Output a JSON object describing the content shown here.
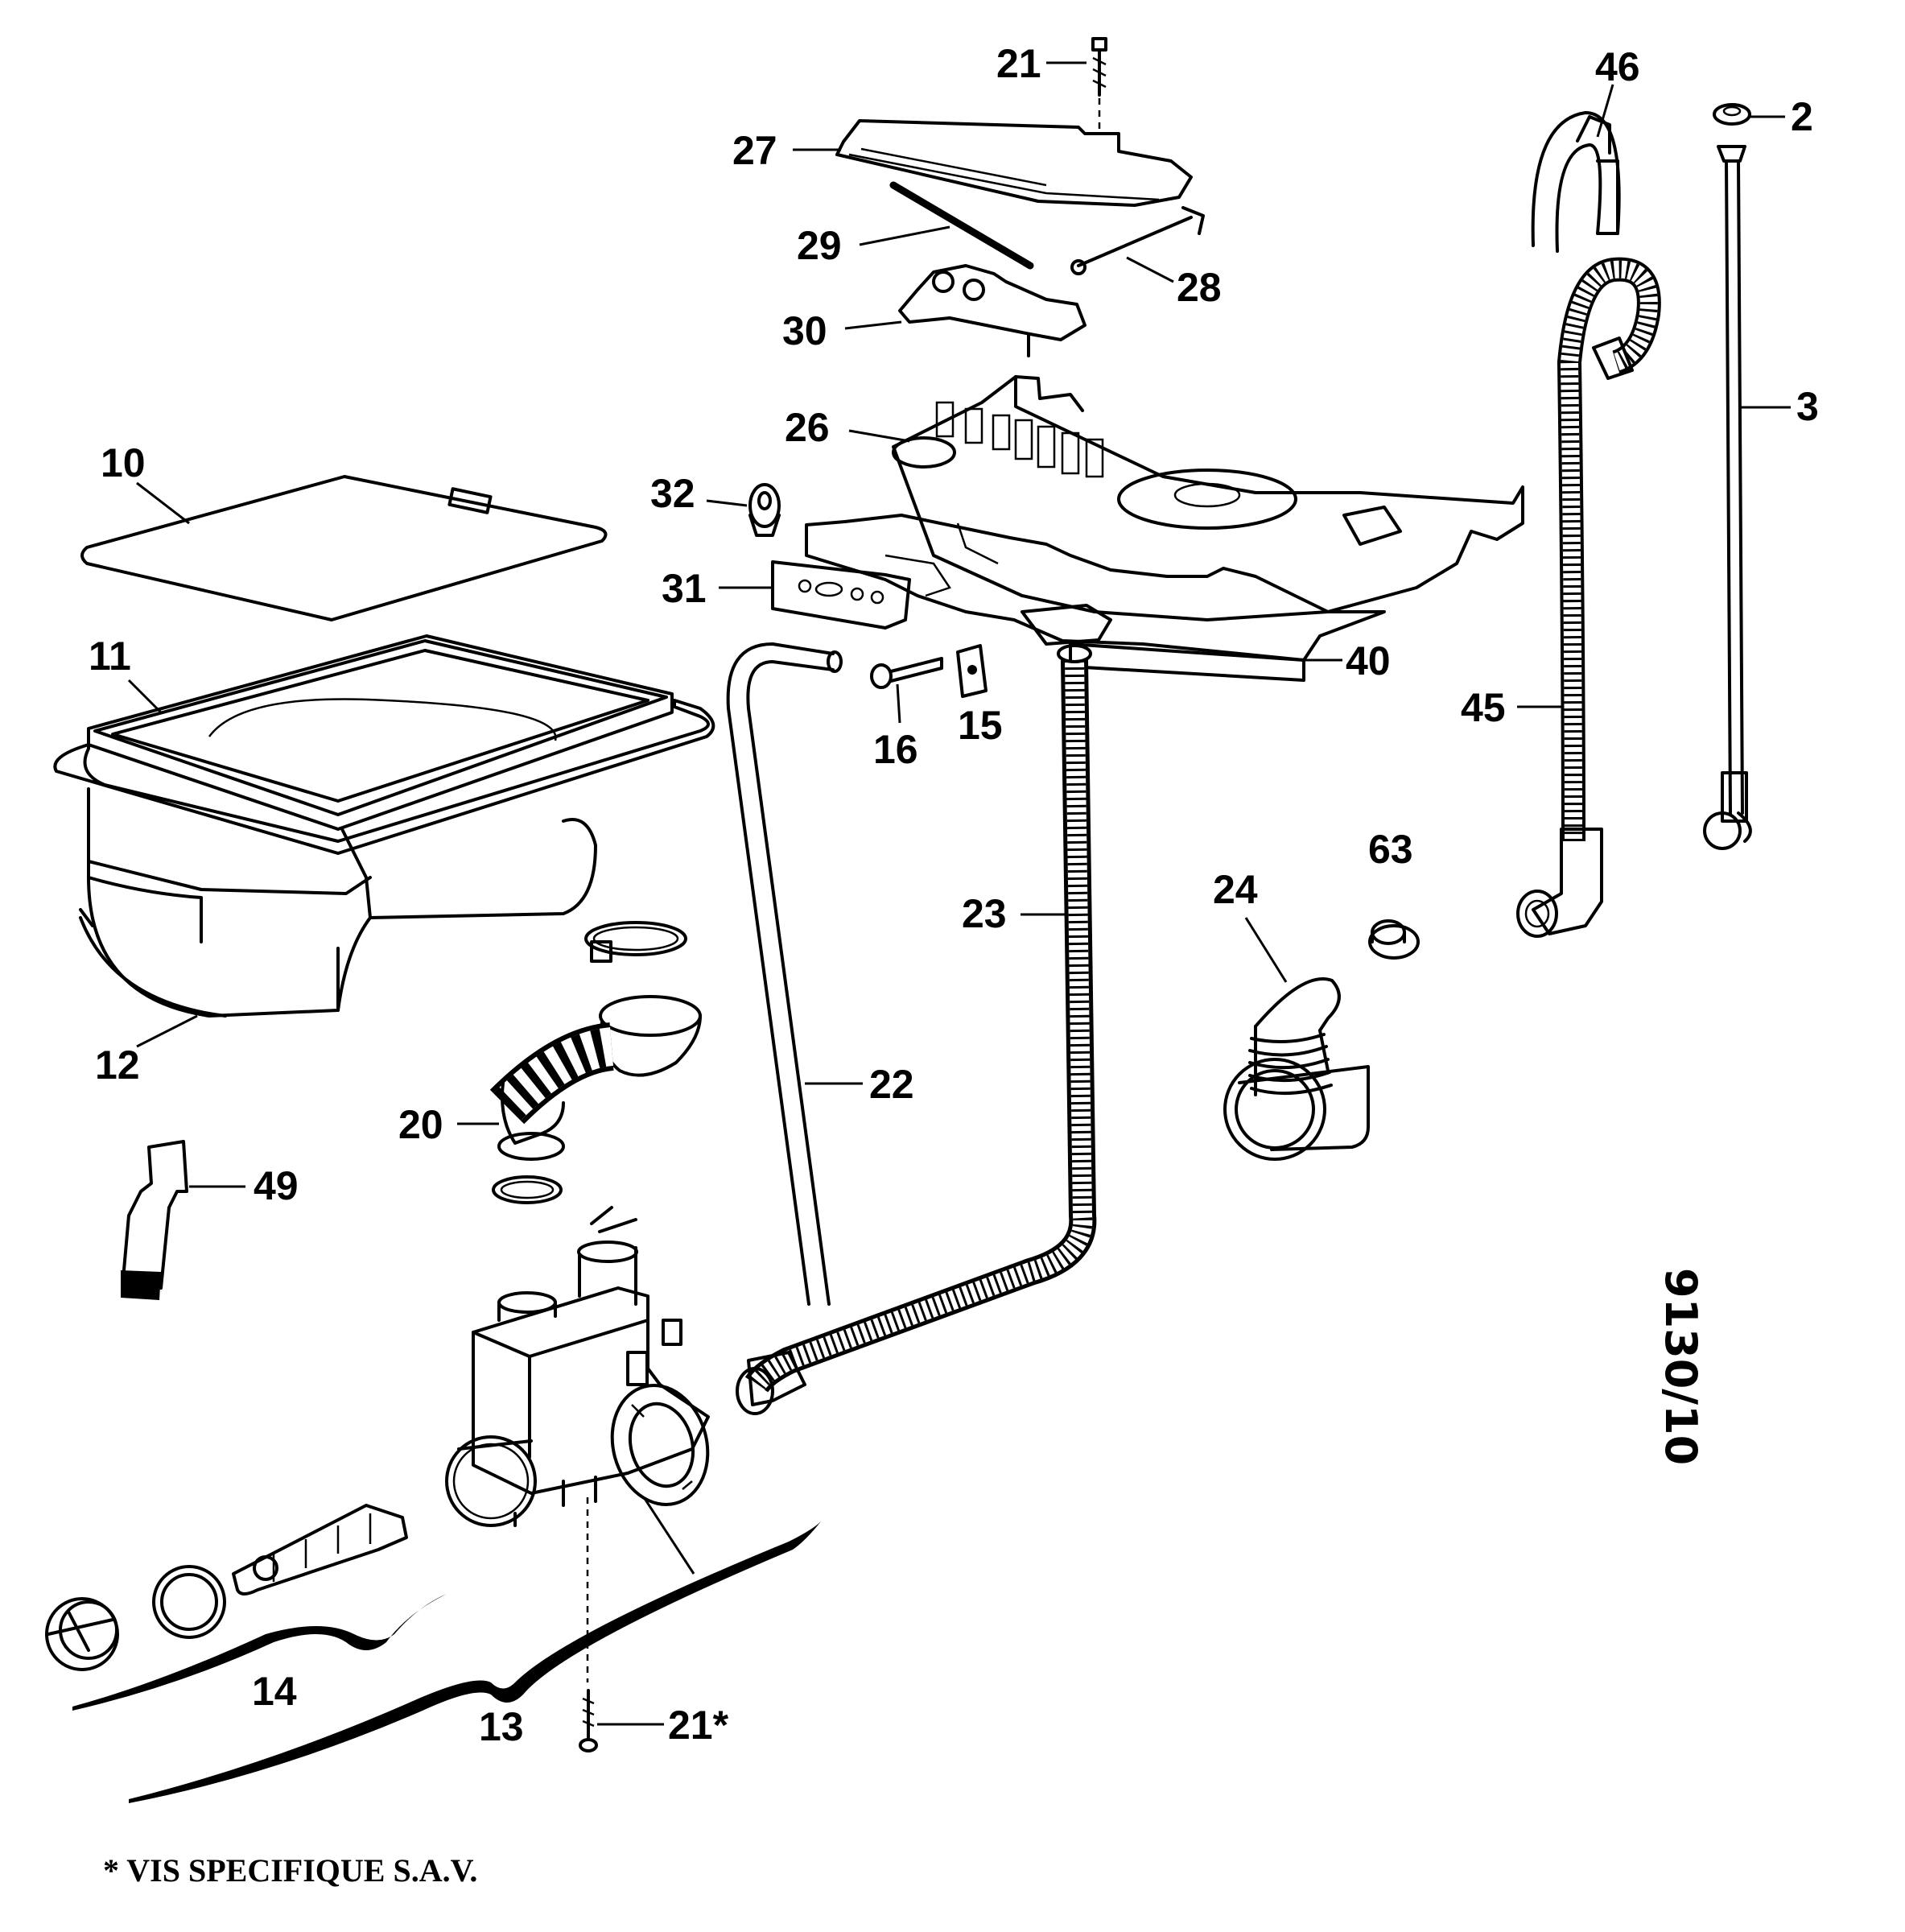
{
  "callouts": {
    "c2": "2",
    "c3": "3",
    "c10": "10",
    "c11": "11",
    "c12": "12",
    "c13": "13",
    "c14": "14",
    "c15": "15",
    "c16": "16",
    "c20": "20",
    "c21_top": "21",
    "c21_star": "21*",
    "c22": "22",
    "c23": "23",
    "c24": "24",
    "c26": "26",
    "c27": "27",
    "c28": "28",
    "c29": "29",
    "c30": "30",
    "c31": "31",
    "c32": "32",
    "c40": "40",
    "c45": "45",
    "c46": "46",
    "c49": "49",
    "c63": "63"
  },
  "drawing_code": "9130/10",
  "footnote": "* VIS SPECIFIQUE S.A.V."
}
